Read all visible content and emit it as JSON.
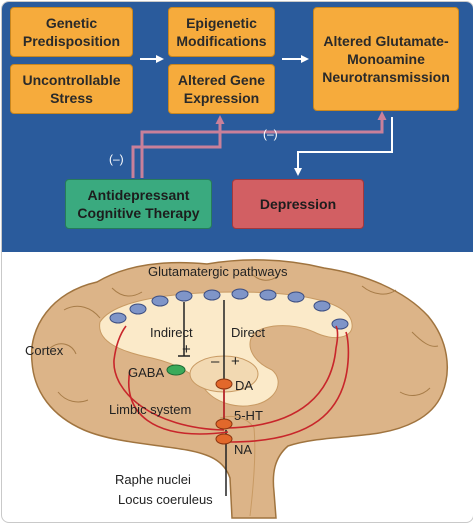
{
  "boxes": {
    "genetic": "Genetic Predisposition",
    "stress": "Uncontrollable Stress",
    "epigenetic": "Epigenetic Modifications",
    "gene_expression": "Altered Gene Expression",
    "glutamate": "Altered Glutamate-Monoamine Neurotransmission",
    "therapy": "Antidepressant Cognitive Therapy",
    "depression": "Depression"
  },
  "arrow_labels": {
    "minus_left": "(–)",
    "minus_right": "(–)"
  },
  "brain": {
    "pathways": "Glutamatergic pathways",
    "indirect": "Indirect",
    "direct": "Direct",
    "cortex": "Cortex",
    "gaba": "GABA",
    "da": "DA",
    "minus_sign": "–",
    "plus_direct": "+",
    "plus_indirect": "+",
    "limbic": "Limbic system",
    "serotonin": "5-HT",
    "na": "NA",
    "raphe": "Raphe nuclei",
    "locus": "Locus coeruleus"
  },
  "colors": {
    "panel_blue": "#2a5b9c",
    "box_orange": "#f6ab3c",
    "box_green": "#3aaa7f",
    "box_red": "#d25f63",
    "brain_tan": "#dcb488",
    "inner_cream": "#fbeac9",
    "neuron_red": "#c8262b",
    "neuron_blue": "#7f95c8",
    "inhibit_arrow": "#c9809a"
  }
}
